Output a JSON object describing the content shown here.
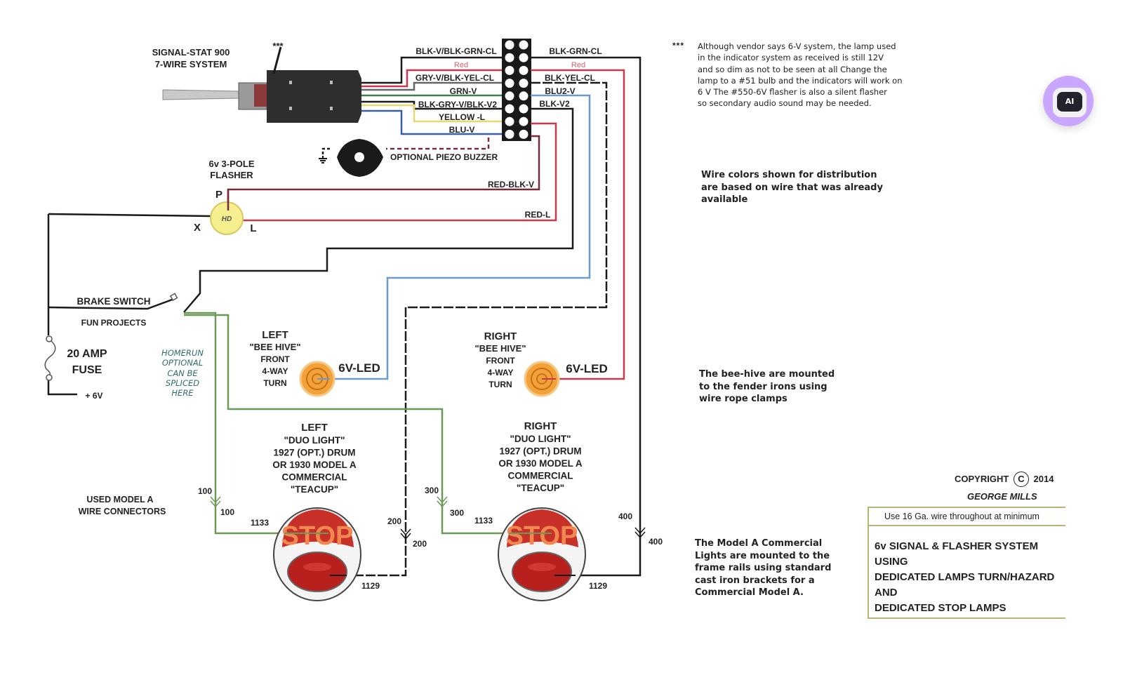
{
  "diagram": {
    "title": "6v SIGNAL & FLASHER SYSTEM USING DEDICATED LAMPS TURN/HAZARD AND DEDICATED STOP LAMPS",
    "title_lines": [
      "6v SIGNAL & FLASHER SYSTEM USING",
      "DEDICATED LAMPS TURN/HAZARD AND",
      "DEDICATED STOP LAMPS"
    ],
    "min_wire_note": "Use 16 Ga. wire throughout at minimum",
    "copyright_prefix": "COPYRIGHT",
    "copyright_symbol": "C",
    "copyright_year": "2014",
    "author": "GEORGE MILLS"
  },
  "components": {
    "switch": {
      "line1": "SIGNAL-STAT 900",
      "line2": "7-WIRE SYSTEM",
      "marker": "***"
    },
    "buzzer": {
      "label": "OPTIONAL PIEZO BUZZER"
    },
    "flasher": {
      "line1": "6v 3-POLE",
      "line2": "FLASHER",
      "center": "HD",
      "pin_p": "P",
      "pin_x": "X",
      "pin_l": "L"
    },
    "brake_switch": {
      "label": "BRAKE SWITCH",
      "sub": "FUN PROJECTS"
    },
    "fuse": {
      "line1": "20 AMP",
      "line2": "FUSE",
      "supply": "+ 6V"
    },
    "homerun_note": [
      "HOMERUN",
      "OPTIONAL",
      "CAN BE",
      "SPLICED",
      "HERE"
    ],
    "left_beehive": {
      "lines": [
        "LEFT",
        "\"BEE HIVE\"",
        "FRONT",
        "4-WAY",
        "TURN"
      ],
      "led": "6V-LED"
    },
    "right_beehive": {
      "lines": [
        "RIGHT",
        "\"BEE HIVE\"",
        "FRONT",
        "4-WAY",
        "TURN"
      ],
      "led": "6V-LED"
    },
    "left_duo": {
      "lines": [
        "LEFT",
        "\"DUO LIGHT\"",
        "1927 (OPT.) DRUM",
        "OR 1930 MODEL A",
        "COMMERCIAL",
        "\"TEACUP\""
      ],
      "stop": "STOP",
      "bulb_top": "1133",
      "bulb_bottom": "1129"
    },
    "right_duo": {
      "lines": [
        "RIGHT",
        "\"DUO LIGHT\"",
        "1927 (OPT.) DRUM",
        "OR 1930 MODEL A",
        "COMMERCIAL",
        "\"TEACUP\""
      ],
      "stop": "STOP",
      "bulb_top": "1133",
      "bulb_bottom": "1129"
    },
    "connectors_label": [
      "USED MODEL A",
      "WIRE CONNECTORS"
    ],
    "connector_numbers": {
      "c100": "100",
      "c200": "200",
      "c300": "300",
      "c400": "400"
    }
  },
  "wires": {
    "left": [
      {
        "label": "BLK-V/BLK-GRN-CL",
        "color": "#1a1a1a"
      },
      {
        "label": "Red",
        "color": "#c8374a"
      },
      {
        "label": "GRY-V/BLK-YEL-CL",
        "color": "#555555"
      },
      {
        "label": "GRN-V",
        "color": "#3f7f4f"
      },
      {
        "label": "BLK-GRY-V/BLK-V2",
        "color": "#1a1a1a"
      },
      {
        "label": "YELLOW -L",
        "color": "#e8d870"
      },
      {
        "label": "BLU-V",
        "color": "#3a5fa8"
      }
    ],
    "right": [
      {
        "label": "BLK-GRN-CL",
        "color": "#1a1a1a"
      },
      {
        "label": "Red",
        "color": "#c8374a"
      },
      {
        "label": "BLK-YEL-CL",
        "color": "#1a1a1a"
      },
      {
        "label": "BLU2-V",
        "color": "#6a9ad0"
      },
      {
        "label": "BLK-V2",
        "color": "#1a1a1a"
      }
    ],
    "flasher_p": "RED-BLK-V",
    "flasher_l": "RED-L",
    "colors": {
      "black": "#1a1a1a",
      "red": "#c8374a",
      "green": "#6a9a5a",
      "blue": "#6a9ad0",
      "yellow": "#f3ec8a",
      "maroon": "#7a2a3a"
    }
  },
  "notes": {
    "star": "***",
    "vendor_note": [
      "Although vendor says 6-V system, the lamp used",
      "in the indicator system as received is still 12V",
      "and so dim as not to be seen at all   Change the",
      "lamp to a #51 bulb and the indicators will work on",
      "6 V    The #550-6V flasher is also a silent flasher",
      "so secondary  audio sound may be needed."
    ],
    "wire_colors_note": [
      "Wire colors shown for distribution",
      "are based on wire that was already",
      "available"
    ],
    "beehive_note": [
      "The bee-hive are mounted",
      "to the fender irons using",
      "wire rope clamps"
    ],
    "commercial_note": [
      "The Model A Commercial",
      "Lights are mounted to the",
      "frame rails using standard",
      "cast iron brackets for a",
      "Commercial Model A."
    ]
  },
  "assistant_button": {
    "label": "AI"
  }
}
